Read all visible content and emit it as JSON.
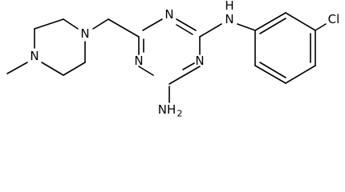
{
  "molecule": {
    "atom_labels": {
      "ring_n_top": "N",
      "ring_n_left": "N",
      "ring_n_right": "N",
      "piperazine_n_upper": "N",
      "piperazine_n_lower": "N",
      "amine_nh": "N",
      "amine_h": "H",
      "amino_nh2": "NH",
      "amino_sub": "2",
      "chlorine": "Cl"
    }
  }
}
